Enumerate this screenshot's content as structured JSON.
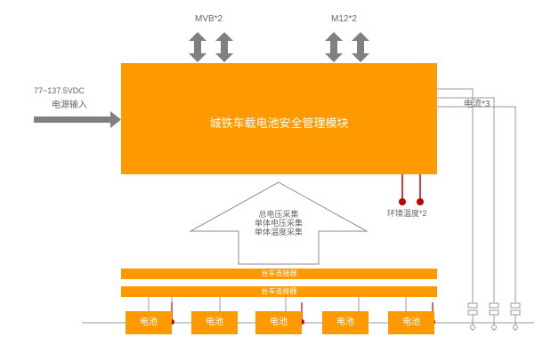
{
  "title": "城铁车载电池安全管理模块",
  "labels": {
    "mvb": "MVB*2",
    "m12": "M12*2",
    "voltage_range": "77~137.5VDC",
    "power_input": "电源输入",
    "current": "电流*3",
    "ambient_temp": "环境温度*2"
  },
  "collection": [
    "总电压采集",
    "单体电压采集",
    "单体温度采集"
  ],
  "connectors": [
    "台车连接器",
    "台车连接器"
  ],
  "cells": [
    "电池",
    "电池",
    "电池",
    "电池",
    "电池"
  ],
  "colors": {
    "orange": "#FF9900",
    "gray": "#808080",
    "red": "#C00000",
    "text": "#666666"
  }
}
